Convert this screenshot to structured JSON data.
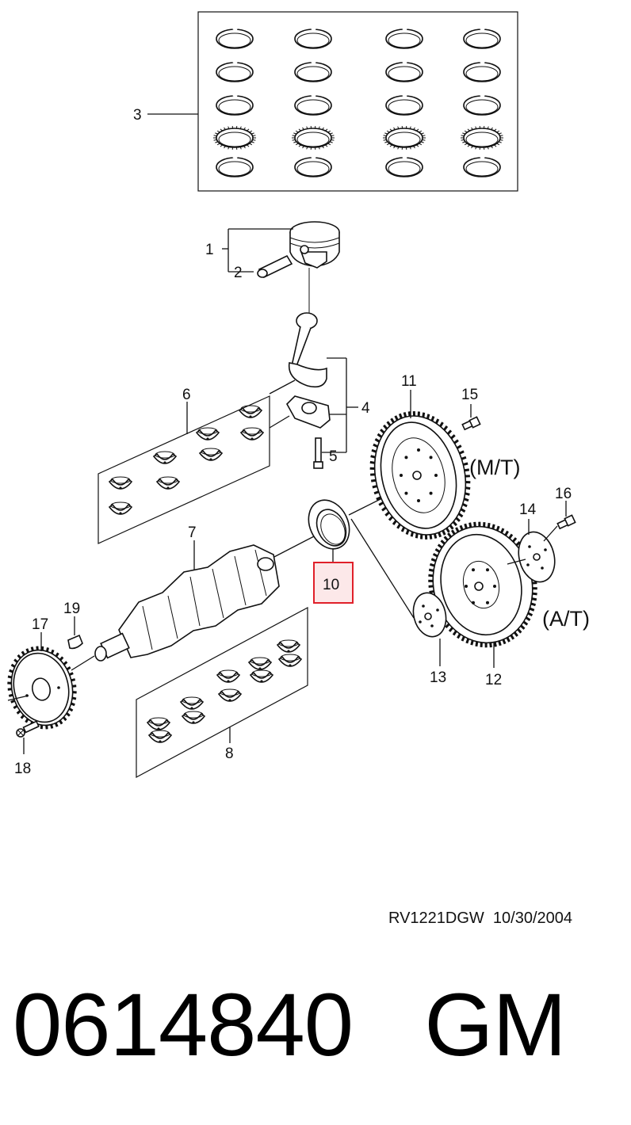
{
  "callouts": {
    "c1": "1",
    "c2": "2",
    "c3": "3",
    "c4": "4",
    "c5": "5",
    "c6": "6",
    "c7": "7",
    "c8": "8",
    "c10": "10",
    "c11": "11",
    "c12": "12",
    "c13": "13",
    "c14": "14",
    "c15": "15",
    "c16": "16",
    "c17": "17",
    "c18": "18",
    "c19": "19"
  },
  "variants": {
    "manual": "(M/T)",
    "automatic": "(A/T)"
  },
  "highlighted_part": "10",
  "highlight_color": "#e0202a",
  "drawing_ref": "RV1221DGW  10/30/2004",
  "part_number": "0614840   GM"
}
